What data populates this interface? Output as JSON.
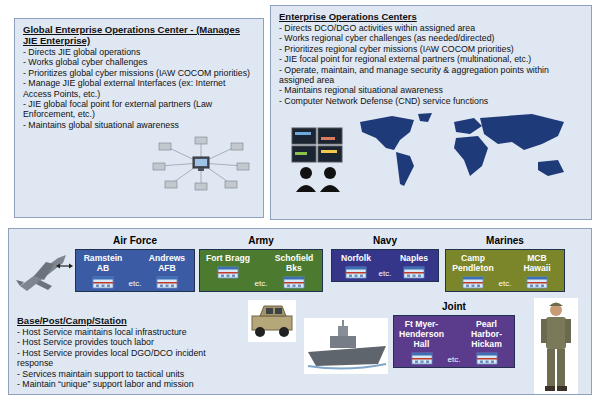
{
  "diagram": {
    "nodes": [
      {
        "text": [
          "Global Enterprise Operations Center - (Manages JIE Enterprise)",
          "- Directs JIE global operations",
          "- Works global cyber challenges",
          "- Prioritizes global cyber missions (IAW COCOM priorities)",
          "- Manage JIE global external Interfaces (ex: Internet Access Points, etc.)",
          "- JIE global focal point for external partners (Law Enforcement, etc.)",
          "- Maintains global situational awareness"
        ]
      },
      {
        "text": [
          "Enterprise Operations Centers",
          "- Directs DCO/DGO activities within assigned area",
          "- Works regional cyber challenges (as needed/directed)",
          "- Prioritizes regional cyber missions (IAW COCOM priorities)",
          "- JIE focal point for regional external partners (multinational, etc.)",
          "- Operate, maintain, and manage security & aggregation points within assigned area",
          "- Maintains regional situational awareness",
          "- Computer Network Defense (CND) service functions"
        ]
      },
      {
        "text": [
          "Base/Post/Camp/Station",
          "- Host Service maintains local infrastructure",
          "- Host Service provides touch labor",
          "- Host Service provides local DGO/DCO incident response",
          "- Services maintain support to tactical units",
          "- Maintain “unique” support labor and mission"
        ]
      },
      {
        "text": [
          "Air Force",
          "Ramstein AB",
          "Andrews AFB",
          "etc."
        ],
        "in": 2
      },
      {
        "text": [
          "Army",
          "Fort Bragg",
          "Schofield Bks",
          "etc."
        ],
        "in": 2
      },
      {
        "text": [
          "Navy",
          "Norfolk",
          "Naples",
          "etc."
        ],
        "in": 2
      },
      {
        "text": [
          "Marines",
          "Camp Pendleton",
          "MCB Hawaii",
          "etc."
        ],
        "in": 2
      },
      {
        "text": [
          "Joint",
          "Ft Myer-Henderson Hall",
          "Pearl Harbor-Hickam",
          "etc."
        ],
        "in": 2
      }
    ]
  }
}
